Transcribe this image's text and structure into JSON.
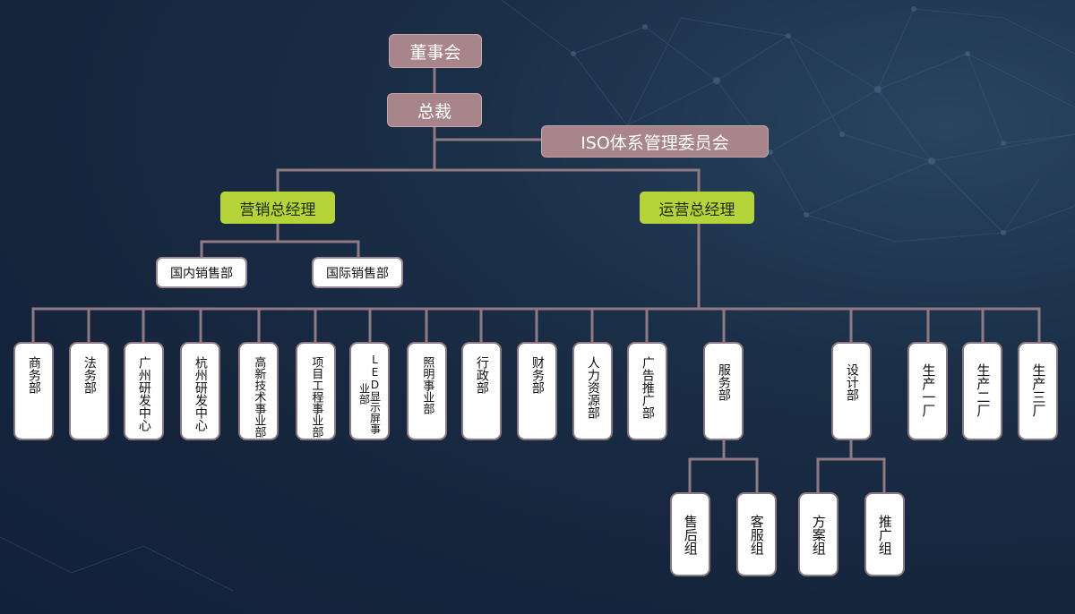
{
  "top": {
    "board": "董事会",
    "president": "总裁",
    "iso_committee": "ISO体系管理委员会"
  },
  "managers": {
    "marketing": "营销总经理",
    "operations": "运营总经理"
  },
  "sales_depts": [
    "国内销售部",
    "国际销售部"
  ],
  "departments": [
    "商务部",
    "法务部",
    "广州研发中心",
    "杭州研发中心",
    "高新技术事业部",
    "项目工程事业部",
    "LED显示屏事业部",
    "照明事业部",
    "行政部",
    "财务部",
    "人力资源部",
    "广告推广部",
    "服务部",
    "设计部",
    "生产一厂",
    "生产二厂",
    "生产三厂"
  ],
  "service_teams": [
    "售后组",
    "客服组"
  ],
  "design_teams": [
    "方案组",
    "推广组"
  ],
  "colors": {
    "background": "#1b2f48",
    "connector": "#8f7a82",
    "exec_fill": "#a8858b",
    "manager_fill": "#b5d43a",
    "box_fill": "#ffffff"
  }
}
